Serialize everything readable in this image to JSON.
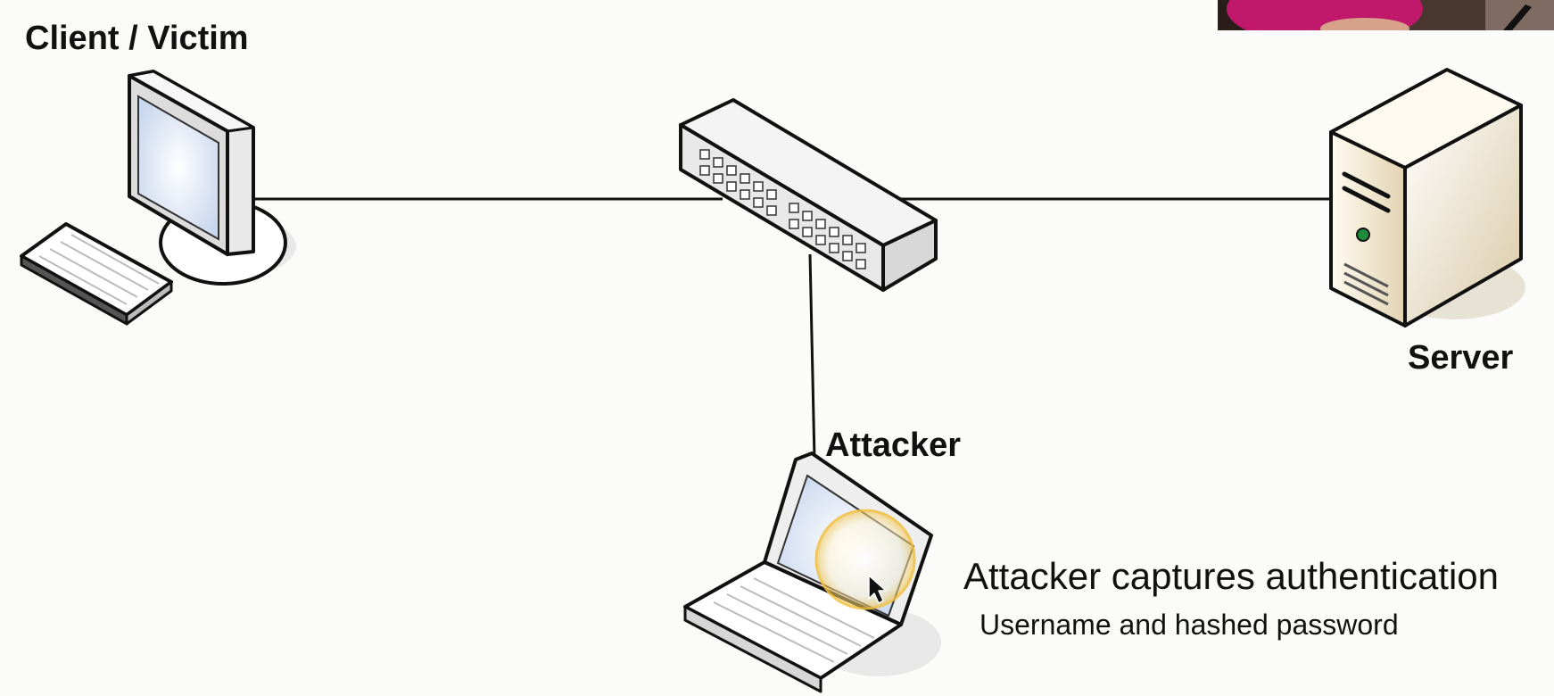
{
  "nodes": {
    "client": {
      "label": "Client / Victim",
      "icon": "desktop-computer-icon"
    },
    "switch": {
      "icon": "network-switch-icon"
    },
    "server": {
      "label": "Server",
      "icon": "server-tower-icon"
    },
    "attacker": {
      "label": "Attacker",
      "icon": "laptop-icon"
    }
  },
  "links": [
    {
      "from": "client",
      "to": "switch"
    },
    {
      "from": "switch",
      "to": "server"
    },
    {
      "from": "switch",
      "to": "attacker"
    }
  ],
  "caption": {
    "main": "Attacker captures authentication",
    "sub": "Username and hashed password"
  },
  "colors": {
    "background": "#fbfbf9",
    "outline": "#111111",
    "server_body": "#ebe0c8",
    "status_led": "#1f8a3a",
    "cursor_highlight": "#f2c040"
  }
}
